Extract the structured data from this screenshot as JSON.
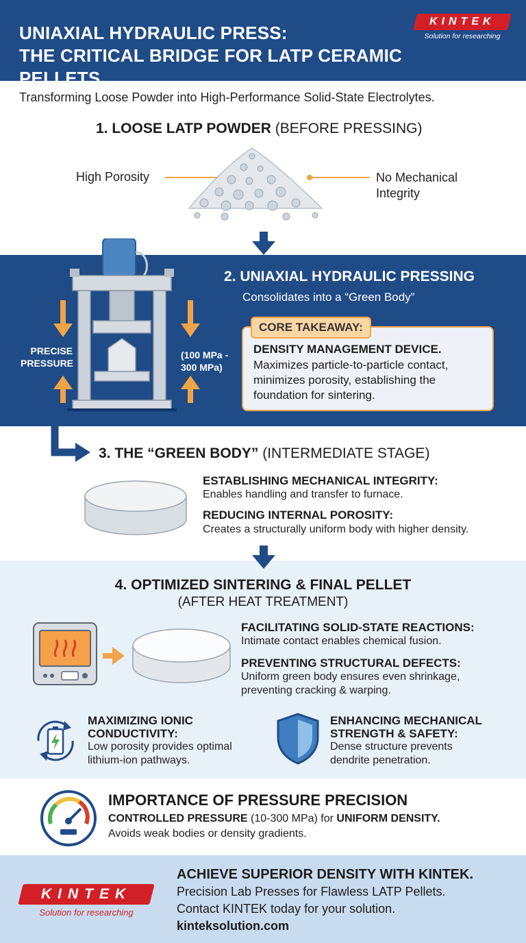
{
  "header": {
    "title_line1": "UNIAXIAL HYDRAULIC PRESS:",
    "title_line2": "THE CRITICAL BRIDGE FOR LATP CERAMIC PELLETS",
    "brand": "KINTEK",
    "brand_tagline": "Solution for researching"
  },
  "subtitle": "Transforming Loose Powder into High-Performance Solid-State Electrolytes.",
  "section1": {
    "title_bold": "1. LOOSE LATP POWDER",
    "title_rest": " (BEFORE PRESSING)",
    "label_left": "High Porosity",
    "label_right_line1": "No Mechanical",
    "label_right_line2": "Integrity"
  },
  "section2": {
    "title": "2. UNIAXIAL HYDRAULIC PRESSING",
    "subtitle": "Consolidates into a “Green Body”",
    "pressure_label_line1": "PRECISE",
    "pressure_label_line2": "PRESSURE",
    "pressure_range_line1": "(100 MPa -",
    "pressure_range_line2": "300 MPa)",
    "core_tag": "CORE TAKEAWAY:",
    "core_head": "DENSITY MANAGEMENT DEVICE.",
    "core_body": "Maximizes particle-to-particle contact, minimizes porosity, establishing the foundation for sintering."
  },
  "section3": {
    "title_bold": "3. THE “GREEN BODY”",
    "title_rest": " (INTERMEDIATE STAGE)",
    "items": [
      {
        "head": "ESTABLISHING MECHANICAL INTEGRITY:",
        "body": "Enables handling and transfer to furnace."
      },
      {
        "head": "REDUCING INTERNAL POROSITY:",
        "body": "Creates a structurally uniform body with higher density."
      }
    ]
  },
  "section4": {
    "title": "4. OPTIMIZED SINTERING & FINAL PELLET",
    "subtitle": "(AFTER HEAT TREATMENT)",
    "items": [
      {
        "head": "FACILITATING SOLID-STATE REACTIONS:",
        "body": "Intimate contact enables chemical fusion."
      },
      {
        "head": "PREVENTING STRUCTURAL DEFECTS:",
        "body_line1": "Uniform green body ensures even shrinkage,",
        "body_line2": "preventing cracking & warping."
      }
    ],
    "benefits": [
      {
        "head_line1": "MAXIMIZING IONIC",
        "head_line2": "CONDUCTIVITY:",
        "body_line1": "Low porosity provides optimal",
        "body_line2": "lithium-ion pathways."
      },
      {
        "head_line1": "ENHANCING MECHANICAL",
        "head_line2": "STRENGTH & SAFETY:",
        "body_line1": "Dense structure prevents",
        "body_line2": "dendrite penetration."
      }
    ]
  },
  "section5": {
    "title": "IMPORTANCE OF PRESSURE PRECISION",
    "line1_a": "CONTROLLED PRESSURE",
    "line1_b": " (10-300 MPa) for ",
    "line1_c": "UNIFORM DENSITY.",
    "line2": "Avoids weak bodies or density gradients."
  },
  "footer": {
    "brand": "KINTEK",
    "brand_tagline": "Solution for researching",
    "title": "ACHIEVE SUPERIOR DENSITY WITH KINTEK.",
    "line1": "Precision Lab Presses for Flawless LATP Pellets.",
    "line2": "Contact KINTEK today for your solution.",
    "url": "kinteksolution.com"
  },
  "colors": {
    "navy": "#1f4b87",
    "accent_orange": "#f0a448",
    "brand_red": "#d32027",
    "light_band": "#e8f0f8",
    "footer_band": "#c9dcef"
  },
  "icons": [
    "powder-pile-icon",
    "down-arrow-icon",
    "hydraulic-press-icon",
    "pressure-arrow-icon",
    "elbow-arrow-icon",
    "green-body-pellet-icon",
    "furnace-icon",
    "right-arrow-icon",
    "final-pellet-icon",
    "battery-cycle-icon",
    "shield-icon",
    "pressure-gauge-icon"
  ]
}
